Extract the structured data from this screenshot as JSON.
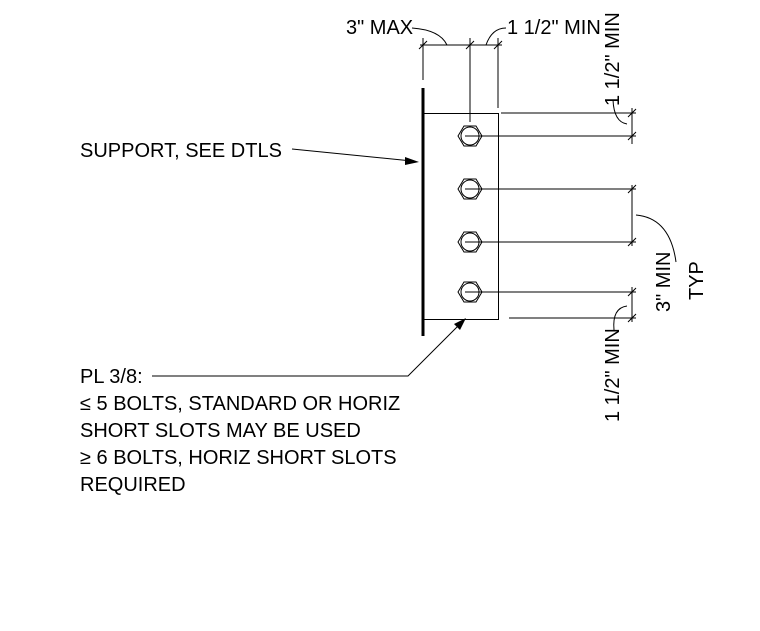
{
  "dimensions": {
    "max_3in": "3\" MAX",
    "min_1_5in_top": "1 1/2\" MIN",
    "min_1_5in_edge_top": "1 1/2\" MIN",
    "min_3in": "3\" MIN",
    "typ": "TYP",
    "min_1_5in_edge_bottom": "1 1/2\" MIN"
  },
  "notes": {
    "support": "SUPPORT, SEE DTLS",
    "plate_lines": [
      "PL 3/8:",
      "≤ 5 BOLTS, STANDARD OR HORIZ",
      "SHORT SLOTS MAY BE USED",
      "≥ 6 BOLTS, HORIZ SHORT SLOTS",
      "REQUIRED"
    ]
  },
  "bolts": {
    "count": 4
  }
}
